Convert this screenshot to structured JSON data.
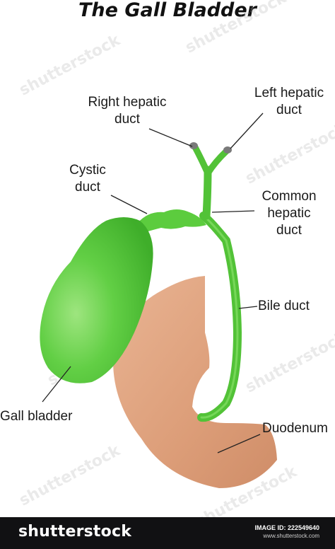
{
  "title": "The Gall Bladder",
  "labels": {
    "right_hepatic_line1": "Right hepatic",
    "right_hepatic_line2": "duct",
    "left_hepatic_line1": "Left hepatic",
    "left_hepatic_line2": "duct",
    "cystic_line1": "Cystic",
    "cystic_line2": "duct",
    "common_hepatic_line1": "Common",
    "common_hepatic_line2": "hepatic",
    "common_hepatic_line3": "duct",
    "bile_duct": "Bile duct",
    "gall_bladder": "Gall bladder",
    "duodenum": "Duodenum"
  },
  "footer": {
    "brand": "shutterstock",
    "image_id": "IMAGE ID: 222549640",
    "site": "www.shutterstock.com"
  },
  "watermark": "shutterstock",
  "colors": {
    "gallbladder": "#5ccc3e",
    "duct": "#5ccc3e",
    "duodenum": "#dfa07c",
    "footer": "#111113"
  }
}
